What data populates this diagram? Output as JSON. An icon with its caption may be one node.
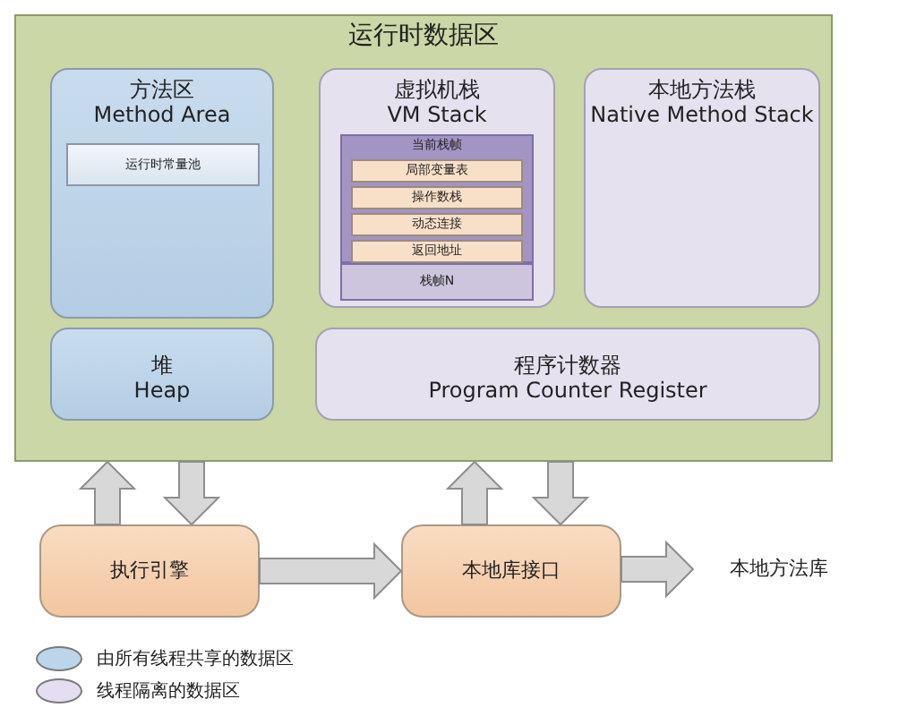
{
  "diagram": {
    "nodes": [
      {
        "text": [
          "运行时数据区"
        ]
      },
      {
        "text": [
          "方法区",
          "Method Area"
        ],
        "in": 0
      },
      {
        "text": [
          "运行时常量池"
        ],
        "in": 1
      },
      {
        "text": [
          "虚拟机栈",
          "VM Stack"
        ],
        "in": 0
      },
      {
        "text": [
          "当前栈帧"
        ],
        "in": 3
      },
      {
        "text": [
          "局部变量表"
        ],
        "in": 4
      },
      {
        "text": [
          "操作数栈"
        ],
        "in": 4
      },
      {
        "text": [
          "动态连接"
        ],
        "in": 4
      },
      {
        "text": [
          "返回地址"
        ],
        "in": 4
      },
      {
        "text": [
          "栈帧N"
        ],
        "in": 3
      },
      {
        "text": [
          "本地方法栈",
          "Native Method Stack"
        ],
        "in": 0
      },
      {
        "text": [
          "堆",
          "Heap"
        ],
        "in": 0
      },
      {
        "text": [
          "程序计数器",
          "Program Counter Register"
        ],
        "in": 0
      },
      {
        "text": [
          "执行引擎"
        ]
      },
      {
        "text": [
          "本地库接口"
        ]
      },
      {
        "text": [
          "本地方法库"
        ]
      }
    ],
    "edges": [
      {
        "from": 13,
        "to": 0,
        "arrow": "to"
      },
      {
        "from": 0,
        "to": 13,
        "arrow": "to"
      },
      {
        "from": 14,
        "to": 0,
        "arrow": "to"
      },
      {
        "from": 0,
        "to": 14,
        "arrow": "to"
      },
      {
        "from": 13,
        "to": 14,
        "arrow": "to"
      },
      {
        "from": 14,
        "to": 15,
        "arrow": "to"
      }
    ],
    "legend": [
      {
        "text": "由所有线程共享的数据区",
        "color": "#bcd5ea"
      },
      {
        "text": "线程隔离的数据区",
        "color": "#e4def0"
      }
    ]
  }
}
